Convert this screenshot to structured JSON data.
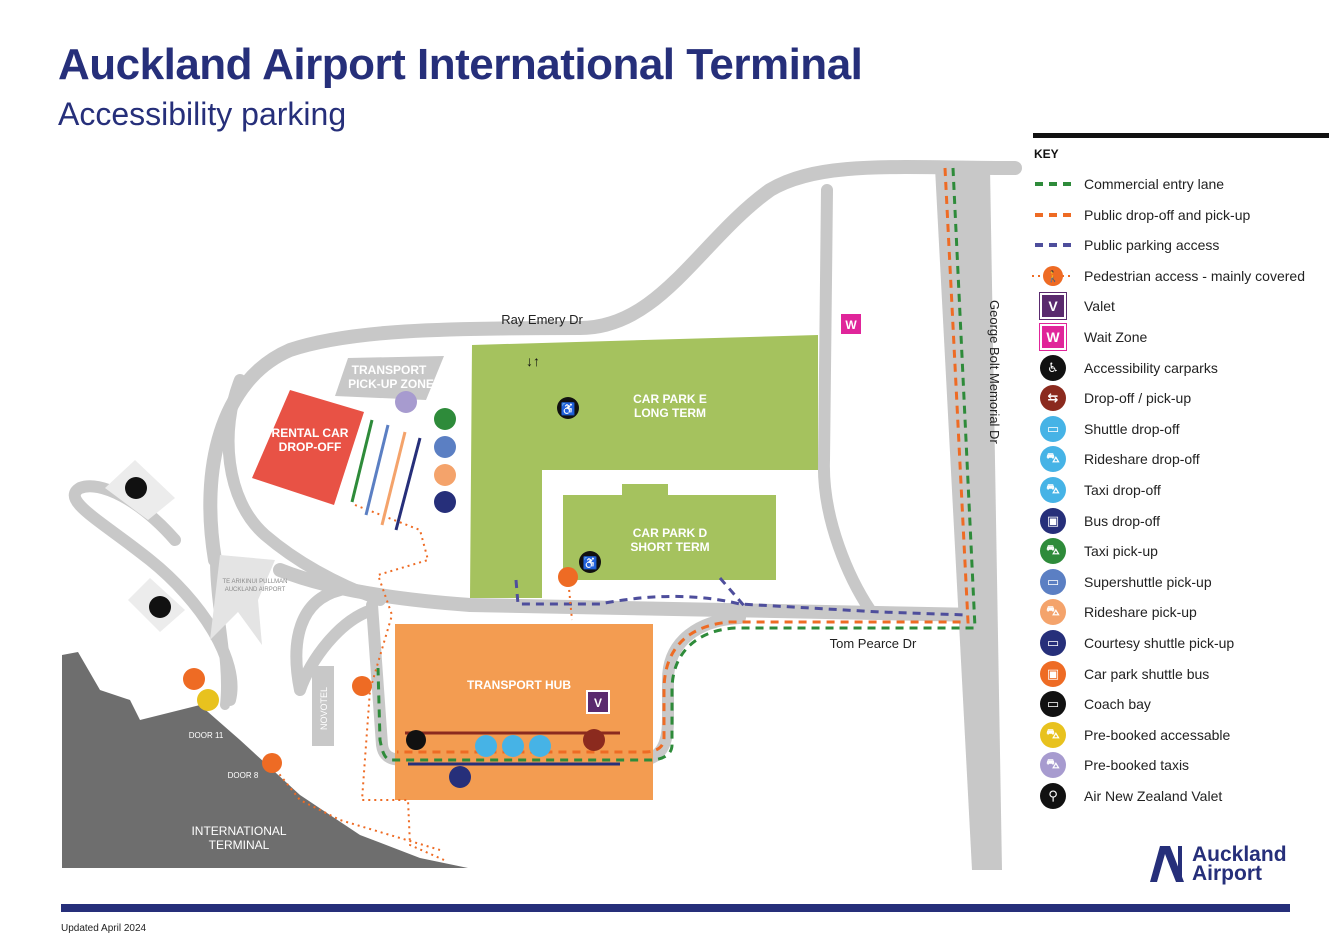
{
  "header": {
    "title": "Auckland Airport International Terminal",
    "subtitle": "Accessibility parking"
  },
  "map": {
    "roads": {
      "ray_emery": "Ray Emery Dr",
      "tom_pearce": "Tom Pearce Dr",
      "george_bolt": "George Bolt Memorial Dr"
    },
    "zones": {
      "car_park_e_line1": "CAR PARK E",
      "car_park_e_line2": "LONG TERM",
      "car_park_d_line1": "CAR PARK D",
      "car_park_d_line2": "SHORT TERM",
      "transport_pickup_line1": "TRANSPORT",
      "transport_pickup_line2": "PICK-UP ZONE",
      "rental_line1": "RENTAL CAR",
      "rental_line2": "DROP-OFF",
      "transport_hub": "TRANSPORT HUB",
      "novotel": "NOVOTEL",
      "pullman_line1": "TE ARIKINUI PULLMAN",
      "pullman_line2": "AUCKLAND AIRPORT",
      "terminal_line1": "INTERNATIONAL",
      "terminal_line2": "TERMINAL",
      "door11": "DOOR 11",
      "door8": "DOOR 8"
    }
  },
  "key": {
    "title": "KEY",
    "items": [
      {
        "label": "Commercial entry lane",
        "kind": "dash",
        "color": "#2e8b3a"
      },
      {
        "label": "Public drop-off and pick-up",
        "kind": "dash",
        "color": "#ee6b24"
      },
      {
        "label": "Public parking access",
        "kind": "dash",
        "color": "#4e4e9c"
      },
      {
        "label": "Pedestrian access - mainly covered",
        "kind": "ped",
        "color": "#ee6b24"
      },
      {
        "label": "Valet",
        "kind": "square",
        "color": "#5a2a6e",
        "glyph": "V"
      },
      {
        "label": "Wait Zone",
        "kind": "square",
        "color": "#e0259a",
        "glyph": "W"
      },
      {
        "label": "Accessibility carparks",
        "kind": "circle",
        "color": "#111111",
        "glyph": "♿"
      },
      {
        "label": "Drop-off / pick-up",
        "kind": "circle",
        "color": "#8b2a1e",
        "glyph": "⇆"
      },
      {
        "label": "Shuttle drop-off",
        "kind": "circle",
        "color": "#46b3e6",
        "glyph": "▭"
      },
      {
        "label": "Rideshare drop-off",
        "kind": "circle",
        "color": "#46b3e6",
        "glyph": "⛍"
      },
      {
        "label": "Taxi drop-off",
        "kind": "circle",
        "color": "#46b3e6",
        "glyph": "⛍"
      },
      {
        "label": "Bus drop-off",
        "kind": "circle",
        "color": "#262f7a",
        "glyph": "▣"
      },
      {
        "label": "Taxi pick-up",
        "kind": "circle",
        "color": "#2e8b3a",
        "glyph": "⛍"
      },
      {
        "label": "Supershuttle pick-up",
        "kind": "circle",
        "color": "#5b7fc3",
        "glyph": "▭"
      },
      {
        "label": "Rideshare pick-up",
        "kind": "circle",
        "color": "#f4a36b",
        "glyph": "⛍"
      },
      {
        "label": "Courtesy shuttle pick-up",
        "kind": "circle",
        "color": "#262f7a",
        "glyph": "▭"
      },
      {
        "label": "Car park shuttle bus",
        "kind": "circle",
        "color": "#ee6b24",
        "glyph": "▣"
      },
      {
        "label": "Coach bay",
        "kind": "circle",
        "color": "#111111",
        "glyph": "▭"
      },
      {
        "label": "Pre-booked accessable",
        "kind": "circle",
        "color": "#e8c21e",
        "glyph": "⛍"
      },
      {
        "label": "Pre-booked taxis",
        "kind": "circle",
        "color": "#a79bcf",
        "glyph": "⛍"
      },
      {
        "label": "Air New Zealand Valet",
        "kind": "circle",
        "color": "#111111",
        "glyph": "⚲"
      }
    ]
  },
  "logo": {
    "line1": "Auckland",
    "line2": "Airport"
  },
  "footer": {
    "updated": "Updated April 2024"
  }
}
